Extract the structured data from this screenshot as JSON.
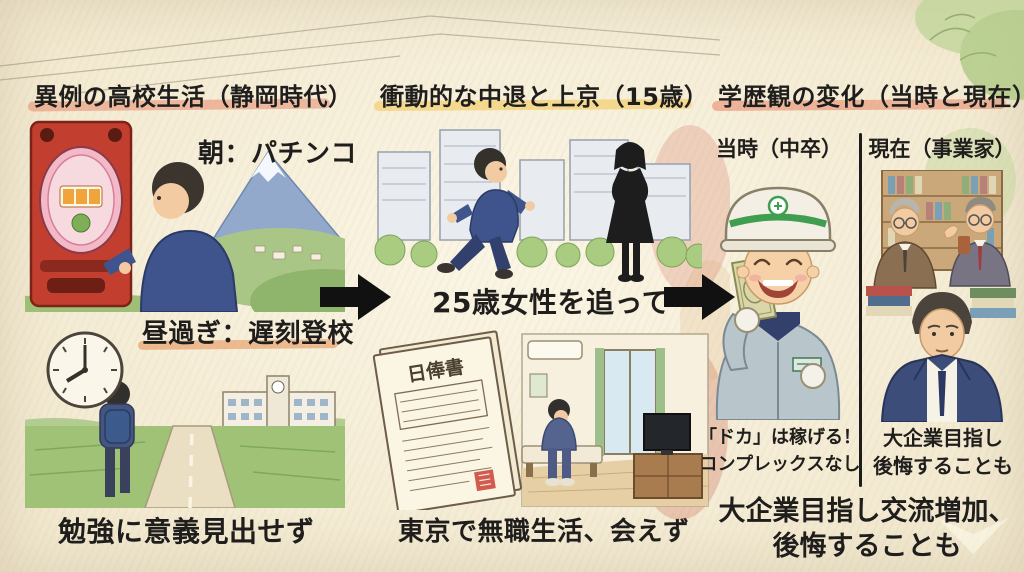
{
  "colors": {
    "paper": "#f5edd6",
    "text": "#1f1e1c",
    "highlight_red": "#e8a183",
    "highlight_yellow": "#f2d480",
    "arrow": "#111111",
    "divider": "#1c1c1c"
  },
  "panels": {
    "high_school": {
      "title": "異例の高校生活（静岡時代）",
      "morning_label": "朝：パチンコ",
      "afternoon_label": "昼過ぎ：遅刻登校",
      "caption": "勉強に意義見出せず",
      "scenes": {
        "top": "boy-playing-pachinko-with-mt-fuji-view",
        "bottom": "clock-and-boy-walking-road-to-school"
      }
    },
    "dropout": {
      "title": "衝動的な中退と上京（15歳）",
      "chase_caption": "25歳女性を追って",
      "document_title": "日俸書",
      "caption": "東京で無職生活、会えず",
      "scenes": {
        "top": "boy-running-after-woman-silhouette-in-city",
        "bottom": "pay-document-and-jobless-man-in-small-room"
      }
    },
    "education_view": {
      "title": "学歴観の変化（当時と現在）",
      "then_header": "当時（中卒）",
      "now_header": "現在（事業家）",
      "then_caption_line1": "「ドカ」は稼げる！",
      "then_caption_line2": "コンプレックスなし",
      "now_caption_line1": "大企業目指し",
      "now_caption_line2": "後悔することも",
      "bottom_caption_line1": "大企業目指し交流増加、",
      "bottom_caption_line2": "後悔することも",
      "scenes": {
        "then": "smiling-construction-worker-holding-banknote",
        "now": "businessman-with-two-senior-colleagues-and-bookshelf"
      }
    }
  },
  "icons": {
    "arrow1": "right-arrow-icon",
    "arrow2": "right-arrow-icon"
  }
}
